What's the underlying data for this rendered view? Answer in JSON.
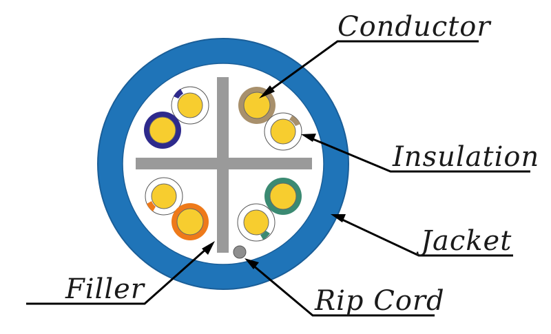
{
  "labels": {
    "conductor": "Conductor",
    "insulation": "Insulation",
    "jacket": "Jacket",
    "filler": "Filler",
    "rip_cord": "Rip Cord"
  },
  "colors": {
    "jacket": "#1f74b8",
    "jacket_edge": "#1a5e98",
    "core_background": "#ffffff",
    "filler": "#9a9a9a",
    "conductor": "#f7cd2f",
    "rip_cord": "#8e8e8e",
    "pair_blue": "#2e2a8c",
    "pair_orange": "#ee7a1a",
    "pair_green": "#3b8a72",
    "pair_brown": "#a8906c",
    "leader_line": "#000000"
  }
}
